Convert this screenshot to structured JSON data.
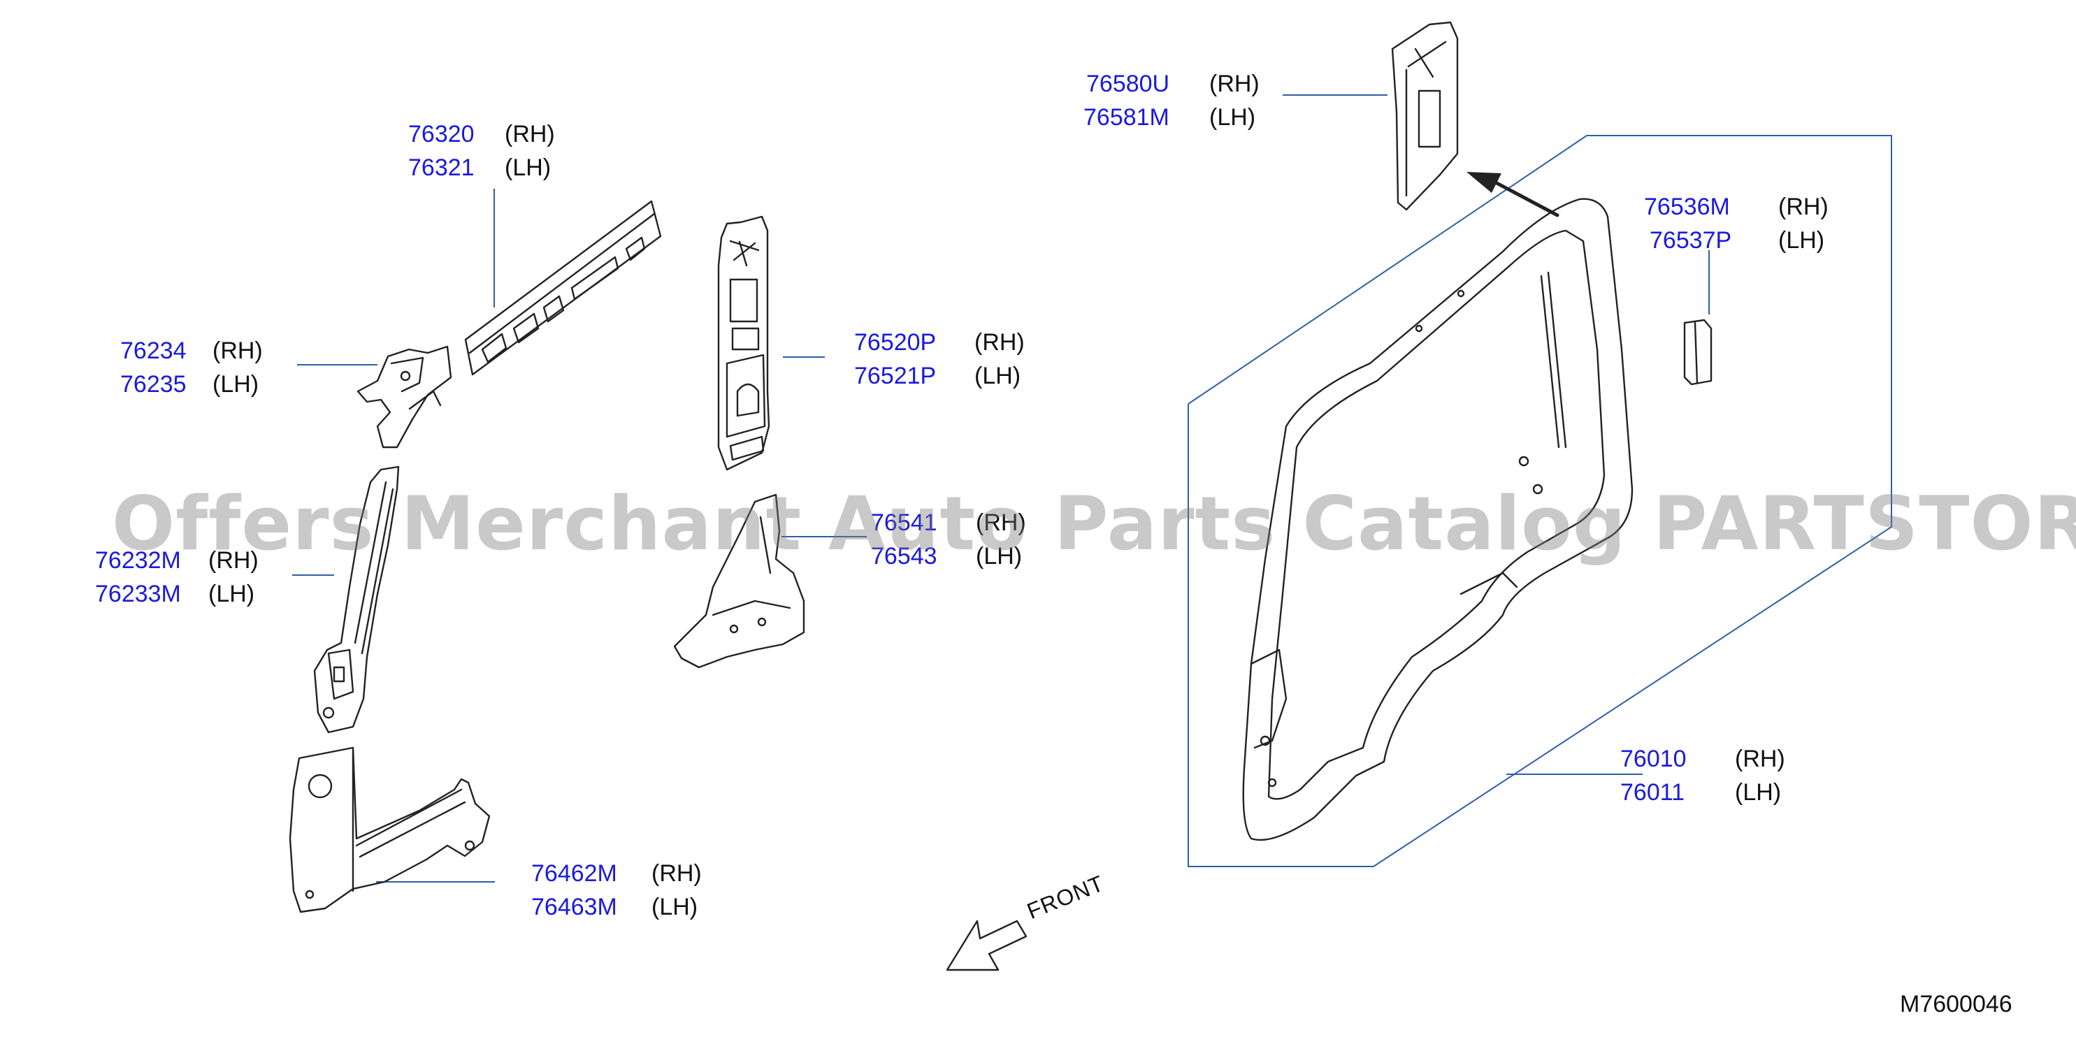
{
  "colors": {
    "part_number": "#1a1adb",
    "leader_line": "#2f5ea8",
    "drawing": "#222222",
    "watermark": "#9a9a9a"
  },
  "callouts": [
    {
      "id": "c76320",
      "parts": [
        {
          "number": "76320",
          "side": "(RH)"
        },
        {
          "number": "76321",
          "side": "(LH)"
        }
      ]
    },
    {
      "id": "c76234",
      "parts": [
        {
          "number": "76234",
          "side": "(RH)"
        },
        {
          "number": "76235",
          "side": "(LH)"
        }
      ]
    },
    {
      "id": "c76232",
      "parts": [
        {
          "number": "76232M",
          "side": "(RH)"
        },
        {
          "number": "76233M",
          "side": "(LH)"
        }
      ]
    },
    {
      "id": "c76462",
      "parts": [
        {
          "number": "76462M",
          "side": "(RH)"
        },
        {
          "number": "76463M",
          "side": "(LH)"
        }
      ]
    },
    {
      "id": "c76520",
      "parts": [
        {
          "number": "76520P",
          "side": "(RH)"
        },
        {
          "number": "76521P",
          "side": "(LH)"
        }
      ]
    },
    {
      "id": "c76541",
      "parts": [
        {
          "number": "76541",
          "side": "(RH)"
        },
        {
          "number": "76543",
          "side": "(LH)"
        }
      ]
    },
    {
      "id": "c76580",
      "parts": [
        {
          "number": "76580U",
          "side": "(RH)"
        },
        {
          "number": "76581M",
          "side": "(LH)"
        }
      ]
    },
    {
      "id": "c76536",
      "parts": [
        {
          "number": "76536M",
          "side": "(RH)"
        },
        {
          "number": "76537P",
          "side": "(LH)"
        }
      ]
    },
    {
      "id": "c76010",
      "parts": [
        {
          "number": "76010",
          "side": "(RH)"
        },
        {
          "number": "76011",
          "side": "(LH)"
        }
      ]
    }
  ],
  "watermark": "Offers Merchant Auto Parts Catalog PARTSTORE.SA",
  "front_label": "FRONT",
  "diagram_code": "M7600046"
}
